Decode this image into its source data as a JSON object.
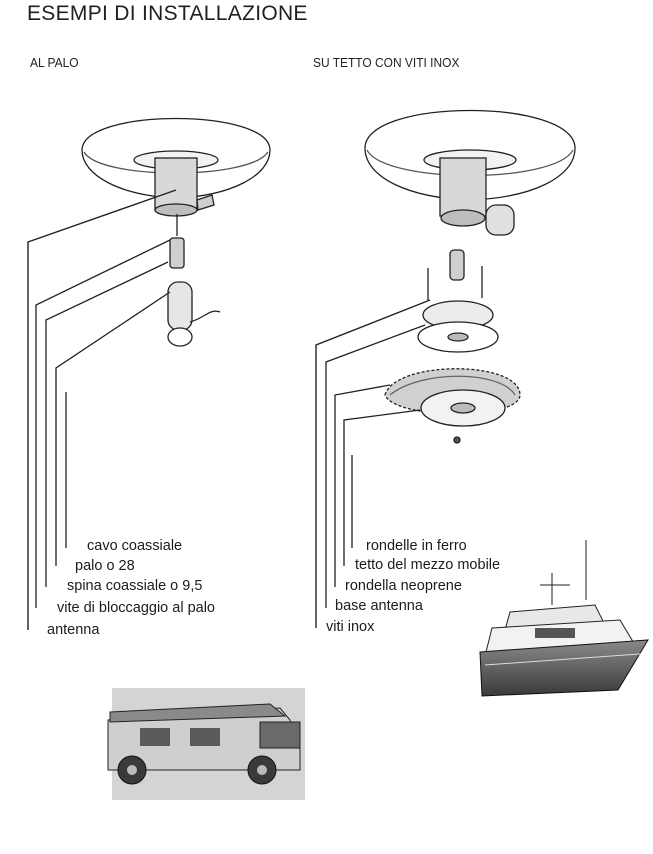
{
  "title": "ESEMPI DI INSTALLAZIONE",
  "left": {
    "heading": "AL PALO",
    "labels": [
      "cavo coassiale",
      "palo o 28",
      "spina coassiale o 9,5",
      "vite di bloccaggio al palo",
      "antenna"
    ]
  },
  "right": {
    "heading": "SU TETTO CON VITI INOX",
    "labels": [
      "rondelle in ferro",
      "tetto del mezzo mobile",
      "rondella neoprene",
      "base antenna",
      "viti inox"
    ]
  }
}
